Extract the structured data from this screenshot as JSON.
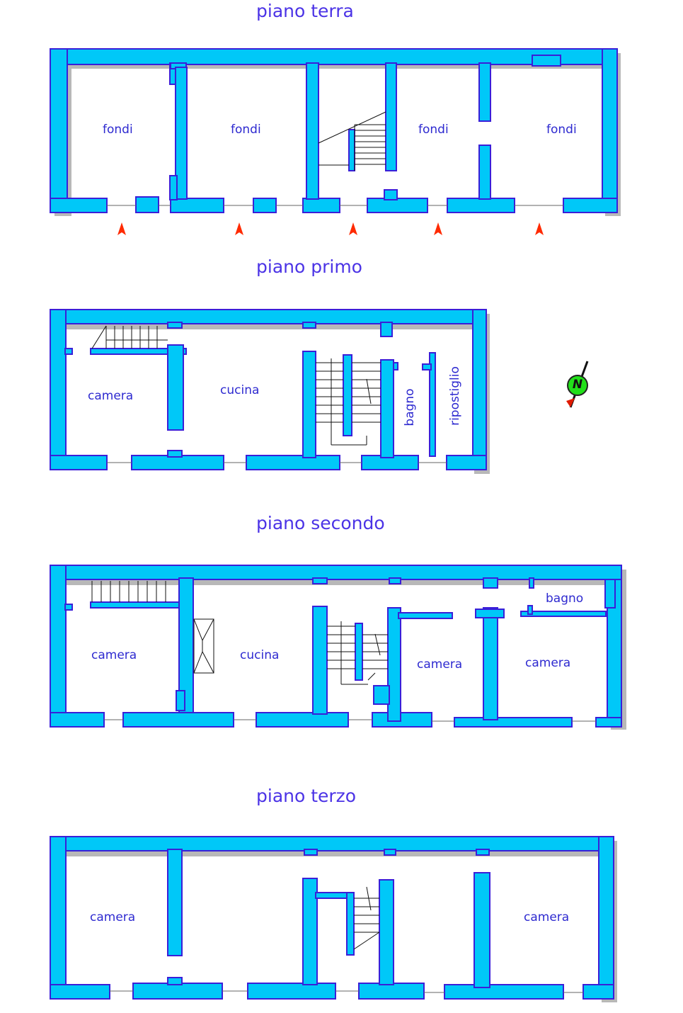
{
  "floors": [
    {
      "title": "piano terra",
      "rooms": [
        "fondi",
        "fondi",
        "fondi",
        "fondi"
      ]
    },
    {
      "title": "piano primo",
      "rooms": [
        "camera",
        "cucina",
        "bagno",
        "ripostiglio"
      ]
    },
    {
      "title": "piano secondo",
      "rooms": [
        "camera",
        "cucina",
        "camera",
        "camera",
        "bagno"
      ]
    },
    {
      "title": "piano terzo",
      "rooms": [
        "camera",
        "camera"
      ]
    }
  ],
  "compass": {
    "label": "N",
    "icon": "north-compass-icon"
  },
  "entrance_arrows": {
    "count": 5,
    "icon": "entrance-arrow-icon"
  },
  "colors": {
    "wall_fill": "#00c8f8",
    "wall_stroke": "#3a1fd8",
    "title_text": "#4b33e6",
    "room_text": "#2e2ad0",
    "arrow": "#ff2a00",
    "compass_fill": "#22e01a"
  }
}
